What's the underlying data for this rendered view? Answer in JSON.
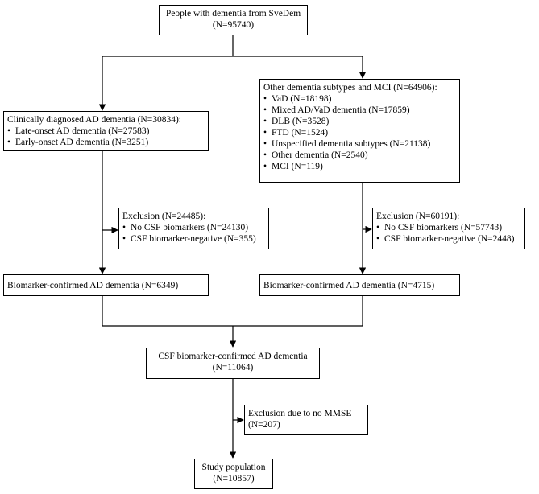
{
  "top": {
    "title": "People with dementia from SveDem",
    "count": "(N=95740)"
  },
  "left_branch": {
    "title": "Clinically diagnosed AD dementia (N=30834):",
    "items": [
      "Late-onset AD dementia (N=27583)",
      "Early-onset AD dementia (N=3251)"
    ]
  },
  "right_branch": {
    "title": "Other dementia subtypes and MCI (N=64906):",
    "items": [
      "VaD (N=18198)",
      "Mixed AD/VaD dementia (N=17859)",
      "DLB (N=3528)",
      "FTD (N=1524)",
      "Unspecified dementia subtypes (N=21138)",
      "Other dementia (N=2540)",
      "MCI (N=119)"
    ]
  },
  "left_exclusion": {
    "title": "Exclusion (N=24485):",
    "items": [
      "No CSF biomarkers (N=24130)",
      "CSF biomarker-negative (N=355)"
    ]
  },
  "right_exclusion": {
    "title": "Exclusion (N=60191):",
    "items": [
      "No CSF biomarkers (N=57743)",
      "CSF biomarker-negative (N=2448)"
    ]
  },
  "left_confirmed": {
    "label": "Biomarker-confirmed AD dementia (N=6349)"
  },
  "right_confirmed": {
    "label": "Biomarker-confirmed AD dementia (N=4715)"
  },
  "merged": {
    "title": "CSF biomarker-confirmed AD dementia",
    "count": "(N=11064)"
  },
  "mmse_exclusion": {
    "title": "Exclusion due to no MMSE",
    "count": "(N=207)"
  },
  "study": {
    "title": "Study population",
    "count": "(N=10857)"
  }
}
